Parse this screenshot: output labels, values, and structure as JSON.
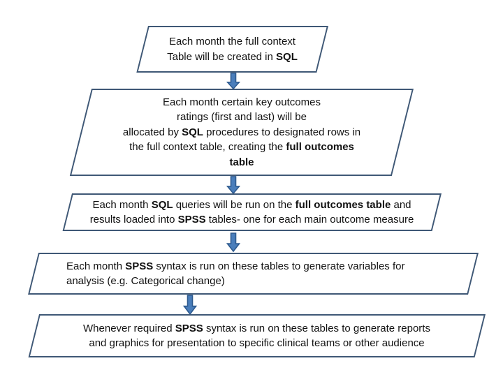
{
  "colors": {
    "background": "#ffffff",
    "shape_border": "#3f5876",
    "arrow_fill": "#4a7ebb",
    "arrow_stroke": "#2e5a8e",
    "text": "#111111"
  },
  "flowchart": {
    "connector_icon": "down-block-arrow",
    "steps": [
      {
        "lines": [
          [
            {
              "text": "Each month the full context"
            }
          ],
          [
            {
              "text": "Table will be created in "
            },
            {
              "text": "SQL",
              "bold": true
            }
          ]
        ]
      },
      {
        "lines": [
          [
            {
              "text": "Each month certain key outcomes"
            }
          ],
          [
            {
              "text": "ratings (first and last) will be"
            }
          ],
          [
            {
              "text": "allocated by "
            },
            {
              "text": "SQL",
              "bold": true
            },
            {
              "text": " procedures to designated rows in"
            }
          ],
          [
            {
              "text": "the full context table, creating the "
            },
            {
              "text": "full outcomes",
              "bold": true
            }
          ],
          [
            {
              "text": "table",
              "bold": true
            }
          ]
        ]
      },
      {
        "lines": [
          [
            {
              "text": "Each month "
            },
            {
              "text": "SQL",
              "bold": true
            },
            {
              "text": " queries will be run on the "
            },
            {
              "text": "full outcomes table",
              "bold": true
            },
            {
              "text": " and"
            }
          ],
          [
            {
              "text": "results loaded into "
            },
            {
              "text": "SPSS",
              "bold": true
            },
            {
              "text": " tables- one for each main outcome measure"
            }
          ]
        ]
      },
      {
        "lines": [
          [
            {
              "text": "Each month "
            },
            {
              "text": "SPSS",
              "bold": true
            },
            {
              "text": " syntax is run on these tables to generate variables for"
            }
          ],
          [
            {
              "text": "analysis (e.g. Categorical change)"
            }
          ]
        ]
      },
      {
        "lines": [
          [
            {
              "text": "Whenever required "
            },
            {
              "text": "SPSS",
              "bold": true
            },
            {
              "text": " syntax is run on these tables to generate reports"
            }
          ],
          [
            {
              "text": "and graphics for presentation to specific clinical teams or other audience"
            }
          ]
        ]
      }
    ]
  }
}
